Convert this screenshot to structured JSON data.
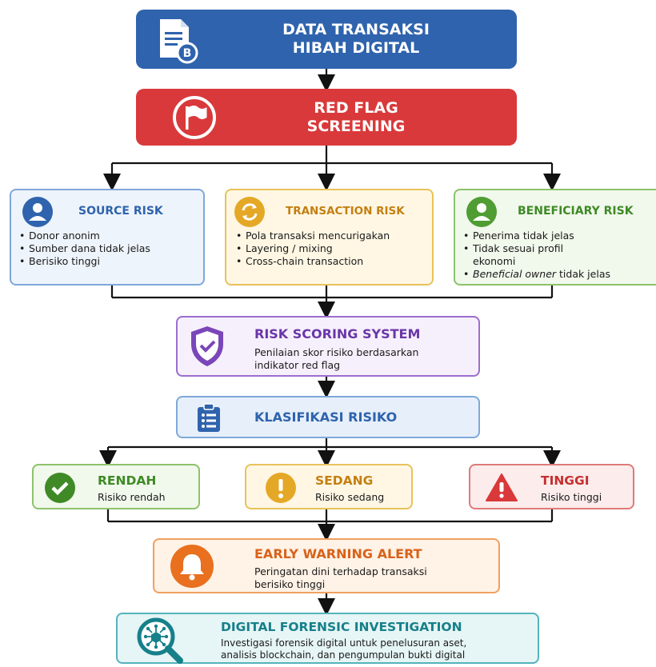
{
  "data_box": {
    "title_line1": "DATA TRANSAKSI",
    "title_line2": "HIBAH DIGITAL",
    "icon": "document-bitcoin-icon"
  },
  "red_flag": {
    "title_line1": "RED FLAG",
    "title_line2": "SCREENING",
    "icon": "flag-icon"
  },
  "source_risk": {
    "title": "SOURCE RISK",
    "icon": "user-icon",
    "items": [
      "Donor anonim",
      "Sumber dana tidak jelas",
      "Berisiko tinggi"
    ]
  },
  "transaction_risk": {
    "title": "TRANSACTION RISK",
    "icon": "refresh-icon",
    "items": [
      "Pola transaksi mencurigakan",
      "Layering / mixing",
      "Cross-chain transaction"
    ]
  },
  "beneficiary_risk": {
    "title": "BENEFICIARY RISK",
    "icon": "user-icon",
    "items": [
      "Penerima tidak jelas",
      "Tidak sesuai profil",
      "ekonomi"
    ],
    "item_italic": "Beneficial owner",
    "item_rest": " tidak jelas"
  },
  "scoring": {
    "title": "RISK SCORING SYSTEM",
    "desc_line1": "Penilaian skor risiko berdasarkan",
    "desc_line2": "indikator red flag",
    "icon": "shield-check-icon"
  },
  "klasifikasi": {
    "title": "KLASIFIKASI RISIKO",
    "icon": "clipboard-list-icon"
  },
  "rendah": {
    "title": "RENDAH",
    "desc": "Risiko rendah",
    "icon": "check-circle-icon"
  },
  "sedang": {
    "title": "SEDANG",
    "desc": "Risiko sedang",
    "icon": "exclamation-icon"
  },
  "tinggi": {
    "title": "TINGGI",
    "desc": "Risiko tinggi",
    "icon": "warning-triangle-icon"
  },
  "alert": {
    "title": "EARLY WARNING ALERT",
    "desc_line1": "Peringatan dini terhadap transaksi",
    "desc_line2": "berisiko tinggi",
    "icon": "bell-icon"
  },
  "forensic": {
    "title": "DIGITAL FORENSIC INVESTIGATION",
    "desc_line1": "Investigasi forensik digital untuk penelusuran aset,",
    "desc_line2": "analisis blockchain, dan pengumpulan bukti digital",
    "icon": "magnifier-network-icon"
  },
  "colors": {
    "blue": "#2f63ad",
    "red": "#d9393a",
    "source_border": "#7fa8d9",
    "source_bg": "#eef4fb",
    "txn_border": "#e8c25a",
    "txn_bg": "#fff7e4",
    "benef_border": "#8cc36b",
    "benef_bg": "#f1f8ec",
    "purple": "#7a46b8",
    "orange": "#e8701e",
    "teal": "#16808a"
  }
}
